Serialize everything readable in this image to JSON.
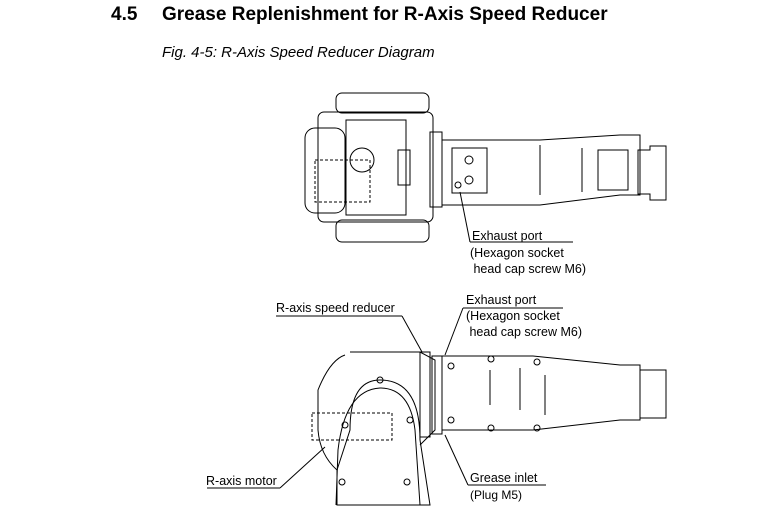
{
  "section": {
    "number": "4.5",
    "title": "Grease Replenishment for R-Axis Speed Reducer"
  },
  "figure_caption": "Fig. 4-5: R-Axis Speed Reducer Diagram",
  "labels": {
    "top_exhaust_port": "Exhaust port",
    "top_exhaust_detail_1": "(Hexagon socket",
    "top_exhaust_detail_2": " head cap screw M6)",
    "bottom_exhaust_port": "Exhaust port",
    "bottom_exhaust_detail_1": "(Hexagon socket",
    "bottom_exhaust_detail_2": " head cap screw M6)",
    "r_axis_speed_reducer": "R-axis speed reducer",
    "r_axis_motor": "R-axis motor",
    "grease_inlet": "Grease inlet",
    "grease_inlet_detail": "(Plug M5)"
  }
}
